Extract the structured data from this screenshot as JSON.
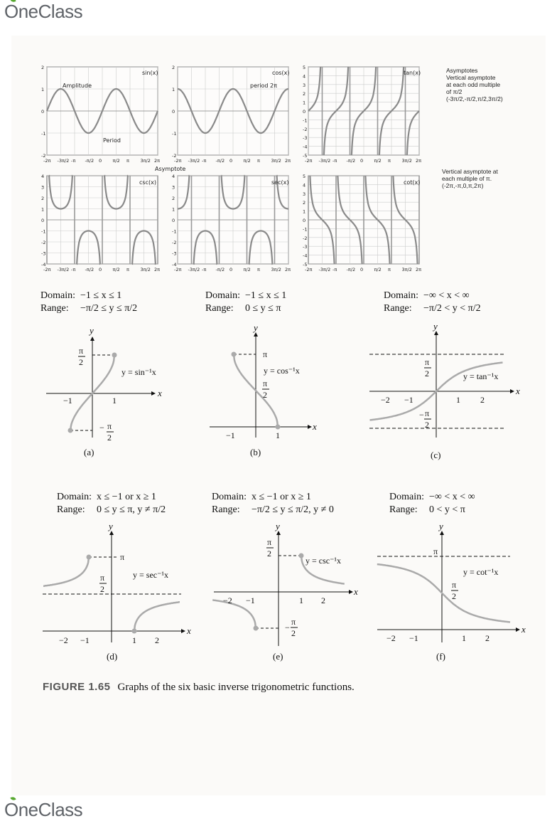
{
  "branding": {
    "logo_text": "OneClass"
  },
  "trig_graphs": [
    {
      "label": "sin(x)",
      "annotations": [
        "Amplitude",
        "Period"
      ]
    },
    {
      "label": "cos(x)",
      "annotations": [
        "period 2π"
      ]
    },
    {
      "label": "tan(x)",
      "annotations": []
    },
    {
      "label": "csc(x)",
      "annotations": [
        "Asymptote"
      ]
    },
    {
      "label": "sec(x)",
      "annotations": []
    },
    {
      "label": "cot(x)",
      "annotations": []
    }
  ],
  "notes": {
    "tan_asymptotes": "Asymptotes\nVertical asymptote\nat each odd multiple\nof π/2\n(-3π/2,-π/2,π/2,3π/2)",
    "cot_asymptotes": "Vertical asymptote at\neach multiple of π.\n(-2π,-π,0,π,2π)"
  },
  "inverse_graphs": [
    {
      "id": "a",
      "caption": "(a)",
      "domain": "−1 ≤ x ≤ 1",
      "range": "−π/2 ≤ y ≤ π/2",
      "equation": "y = sin⁻¹x"
    },
    {
      "id": "b",
      "caption": "(b)",
      "domain": "−1 ≤ x ≤ 1",
      "range": "0 ≤ y ≤ π",
      "equation": "y = cos⁻¹x"
    },
    {
      "id": "c",
      "caption": "(c)",
      "domain": "−∞ < x < ∞",
      "range": "−π/2 < y < π/2",
      "equation": "y = tan⁻¹x"
    },
    {
      "id": "d",
      "caption": "(d)",
      "domain": "x ≤ −1 or x ≥ 1",
      "range": "0 ≤ y ≤ π, y ≠ π/2",
      "equation": "y = sec⁻¹x"
    },
    {
      "id": "e",
      "caption": "(e)",
      "domain": "x ≤ −1 or x ≥ 1",
      "range": "−π/2 ≤ y ≤ π/2, y ≠ 0",
      "equation": "y = csc⁻¹x"
    },
    {
      "id": "f",
      "caption": "(f)",
      "domain": "−∞ < x < ∞",
      "range": "0 < y < π",
      "equation": "y = cot⁻¹x"
    }
  ],
  "labels": {
    "domain": "Domain:",
    "range": "Range:"
  },
  "figure": {
    "number": "FIGURE 1.65",
    "caption": "Graphs of the six basic inverse trigonometric functions."
  }
}
